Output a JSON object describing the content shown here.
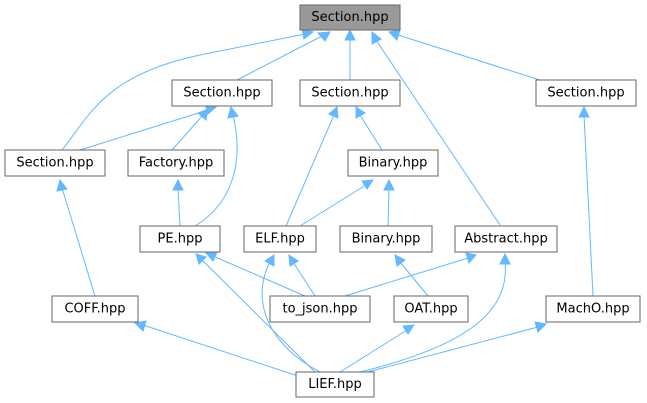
{
  "colors": {
    "edge": "#63b8ff",
    "root_fill": "#999999",
    "node_border": "#666666"
  },
  "nodes": {
    "root": {
      "label": "Section.hpp"
    },
    "sec_left": {
      "label": "Section.hpp"
    },
    "sec_mid": {
      "label": "Section.hpp"
    },
    "sec_right": {
      "label": "Section.hpp"
    },
    "sec_coff": {
      "label": "Section.hpp"
    },
    "factory": {
      "label": "Factory.hpp"
    },
    "binary1": {
      "label": "Binary.hpp"
    },
    "pe": {
      "label": "PE.hpp"
    },
    "elf": {
      "label": "ELF.hpp"
    },
    "binary2": {
      "label": "Binary.hpp"
    },
    "abstract": {
      "label": "Abstract.hpp"
    },
    "coff": {
      "label": "COFF.hpp"
    },
    "to_json": {
      "label": "to_json.hpp"
    },
    "oat": {
      "label": "OAT.hpp"
    },
    "macho": {
      "label": "MachO.hpp"
    },
    "lief": {
      "label": "LIEF.hpp"
    }
  }
}
